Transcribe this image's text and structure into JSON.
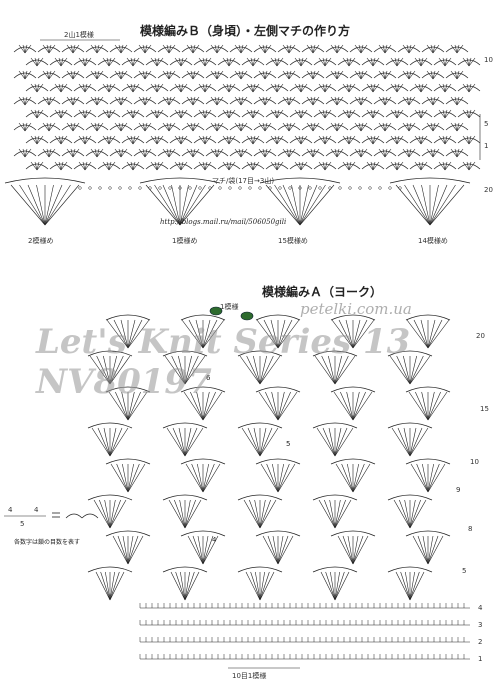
{
  "diagram_b": {
    "title": "模様編みＢ（身頃）・左側マチの作り方",
    "repeat_label": "2山1模様",
    "gusset_label": "マチ/袋(17目→3山)",
    "url": "http://blogs.mail.ru/mail/506050gili",
    "pattern_labels": [
      "2模様め",
      "1模様め",
      "15模様め",
      "14模様め"
    ],
    "row_numbers": [
      "10",
      "5",
      "1",
      "20"
    ]
  },
  "diagram_a": {
    "title": "模様編みＡ（ヨーク）",
    "repeat_label": "1模様",
    "bottom_label": "10目1模様",
    "row_numbers": [
      "20",
      "15",
      "10",
      "9",
      "8",
      "5",
      "4",
      "3",
      "2",
      "1"
    ],
    "stitch_counts": [
      "6",
      "5",
      "4"
    ]
  },
  "legend": {
    "formula_left": "4",
    "formula_mid": "4",
    "formula_bottom": "5",
    "note": "各数字は鎖の目数を表す"
  },
  "watermark": {
    "line1": "Let's Knit Series 13",
    "line2": "NV80197",
    "site": "petelki.com.ua"
  },
  "colors": {
    "ink": "#222222",
    "bead": "#2e6b2e"
  }
}
